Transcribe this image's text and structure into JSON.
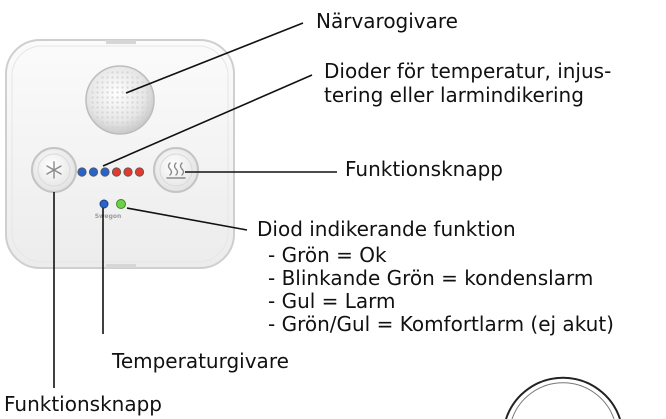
{
  "labels": {
    "narvarogivare": "Närvarogivare",
    "dioder_line1": "Dioder för temperatur, injus-",
    "dioder_line2": "tering eller larmindikering",
    "funktionsknapp_right": "Funktionsknapp",
    "diod_title": "Diod indikerande funktion",
    "diod_items": [
      "- Grön = Ok",
      "- Blinkande Grön = kondenslarm",
      "- Gul = Larm",
      "- Grön/Gul = Komfortlarm (ej akut)"
    ],
    "temperaturgivare": "Temperaturgivare",
    "funktionsknapp_bottom": "Funktionsknapp"
  },
  "device": {
    "brand": "Swegon",
    "left_button_icon": "snowflake-icon",
    "right_button_icon": "heat-waves-icon",
    "leds": [
      {
        "color": "#2a63c8"
      },
      {
        "color": "#2a63c8"
      },
      {
        "color": "#2a63c8"
      },
      {
        "color": "#e33a2e"
      },
      {
        "color": "#e33a2e"
      },
      {
        "color": "#e33a2e"
      }
    ],
    "status_led_color": "#6ed04a",
    "sensor_led_color": "#2a63c8"
  },
  "colors": {
    "device_body": "#f4f4f4",
    "device_edge": "#d0d0d0",
    "line": "#111111"
  }
}
